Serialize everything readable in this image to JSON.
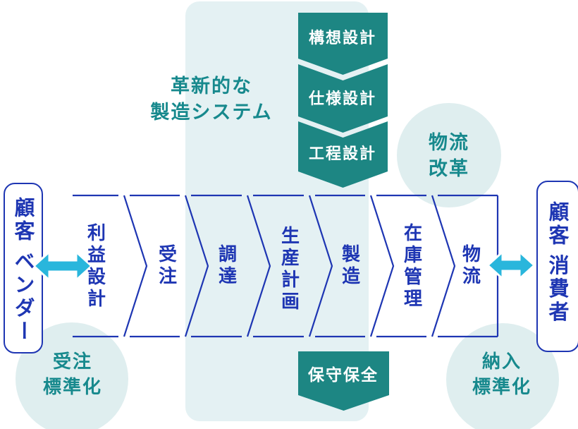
{
  "design_flow": {
    "steps": [
      "構想設計",
      "仕様設計",
      "工程設計"
    ]
  },
  "innovation": {
    "line1": "革新的な",
    "line2": "製造システム"
  },
  "process_flow": {
    "stages": [
      "利益設計",
      "受注",
      "調達",
      "生産計画",
      "製造",
      "在庫管理",
      "物流"
    ]
  },
  "maintenance": {
    "label": "保守保全"
  },
  "actors": {
    "left": {
      "line1": "顧客",
      "line2": "ベンダー"
    },
    "right": {
      "line1": "顧客",
      "line2": "消費者"
    }
  },
  "highlights": {
    "logistics": {
      "line1": "物流",
      "line2": "改革"
    },
    "order": {
      "line1": "受注",
      "line2": "標準化"
    },
    "delivery": {
      "line1": "納入",
      "line2": "標準化"
    }
  },
  "colors": {
    "teal_box": "#1d8683",
    "teal_text": "#17898d",
    "blue_line": "#1e36b3",
    "cyan_arrow": "#29b6dc",
    "band_bg": "#e4f1f3",
    "circle_bg": "#dfeeef"
  }
}
